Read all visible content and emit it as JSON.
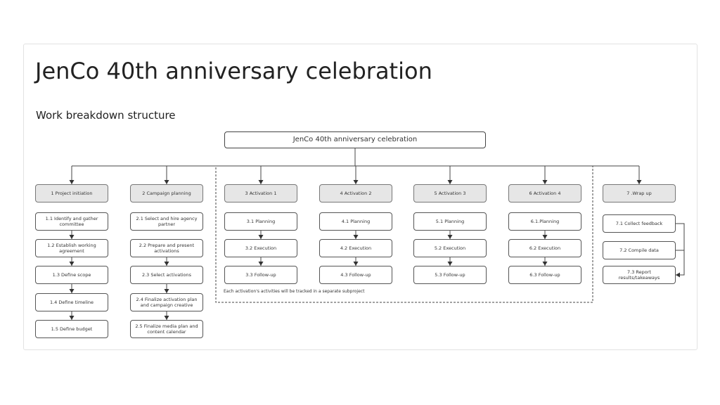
{
  "title": "JenCo 40th anniversary celebration",
  "subtitle": "Work breakdown structure",
  "root": "JenCo 40th anniversary celebration",
  "note": "Each activation's activities will be tracked in a separate subproject",
  "columns": [
    {
      "header": "1 Project initiation",
      "items": [
        "1.1 Identify and gather committee",
        "1.2 Establish working agreement",
        "1.3 Define scope",
        "1.4 Define timeline",
        "1.5 Define budget"
      ]
    },
    {
      "header": "2 Campaign planning",
      "items": [
        "2.1 Select and hire agency partner",
        "2.2 Prepare and present activations",
        "2.3 Select activations",
        "2.4 Finalize activation plan and campaign creative",
        "2.5 Finalize media plan and content calendar"
      ]
    },
    {
      "header": "3 Activation 1",
      "items": [
        "3.1 Planning",
        "3.2 Execution",
        "3.3 Follow-up"
      ]
    },
    {
      "header": "4 Activation 2",
      "items": [
        "4.1 Planning",
        "4.2 Execution",
        "4.3 Follow-up"
      ]
    },
    {
      "header": "5 Activation 3",
      "items": [
        "5.1 Planning",
        "5.2 Execution",
        "5.3 Follow-up"
      ]
    },
    {
      "header": "6 Activation 4",
      "items": [
        "6.1.Planning",
        "6.2 Execution",
        "6.3 Follow-up"
      ]
    },
    {
      "header": "7 .Wrap up",
      "items": [
        "7.1 Collect feedback",
        "7.2 Compile data",
        "7.3 Report results/takeaways"
      ]
    }
  ]
}
